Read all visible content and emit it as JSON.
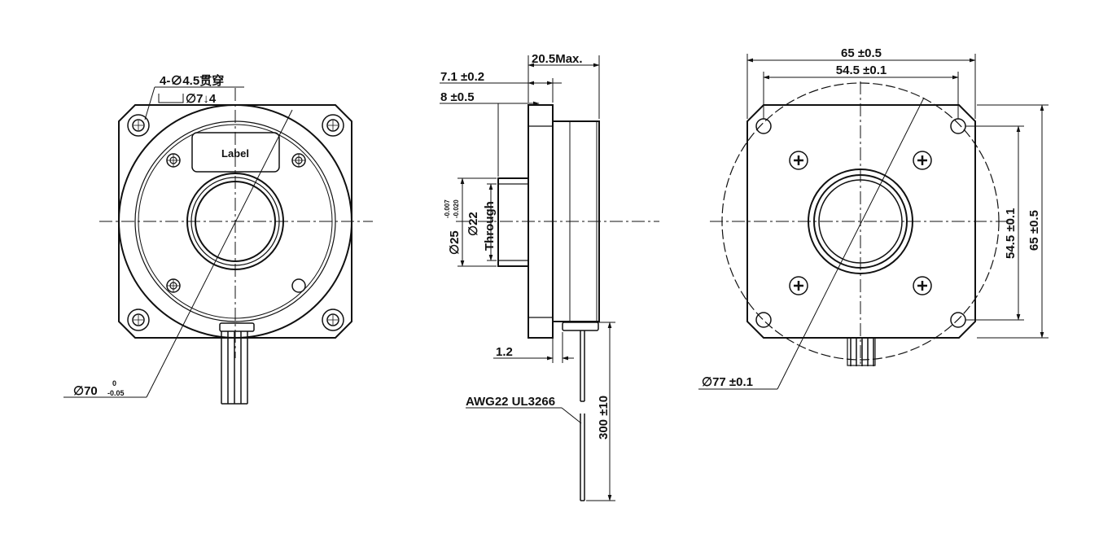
{
  "front_view": {
    "hole_callout": "4-∅4.5贯穿",
    "counterbore_callout": "∅7↓4",
    "label_text": "Label",
    "diameter_callout": "∅70",
    "diameter_tol_upper": "0",
    "diameter_tol_lower": "-0.05"
  },
  "side_view": {
    "overall_length": "20.5Max.",
    "dim_flange_a": "7.1 ±0.2",
    "dim_flange_b": "8 ±0.5",
    "shaft_outer_dia": "∅25",
    "shaft_outer_tol_upper": "-0.007",
    "shaft_outer_tol_lower": "-0.020",
    "bore_dia": "∅22",
    "bore_note": "Through",
    "dim_small": "1.2",
    "wire_spec": "AWG22 UL3266",
    "lead_length": "300 ±10"
  },
  "rear_view": {
    "width_overall": "65 ±0.5",
    "width_holes": "54.5 ±0.1",
    "height_holes": "54.5 ±0.1",
    "height_overall": "65 ±0.5",
    "pilot_dia": "∅77 ±0.1"
  }
}
